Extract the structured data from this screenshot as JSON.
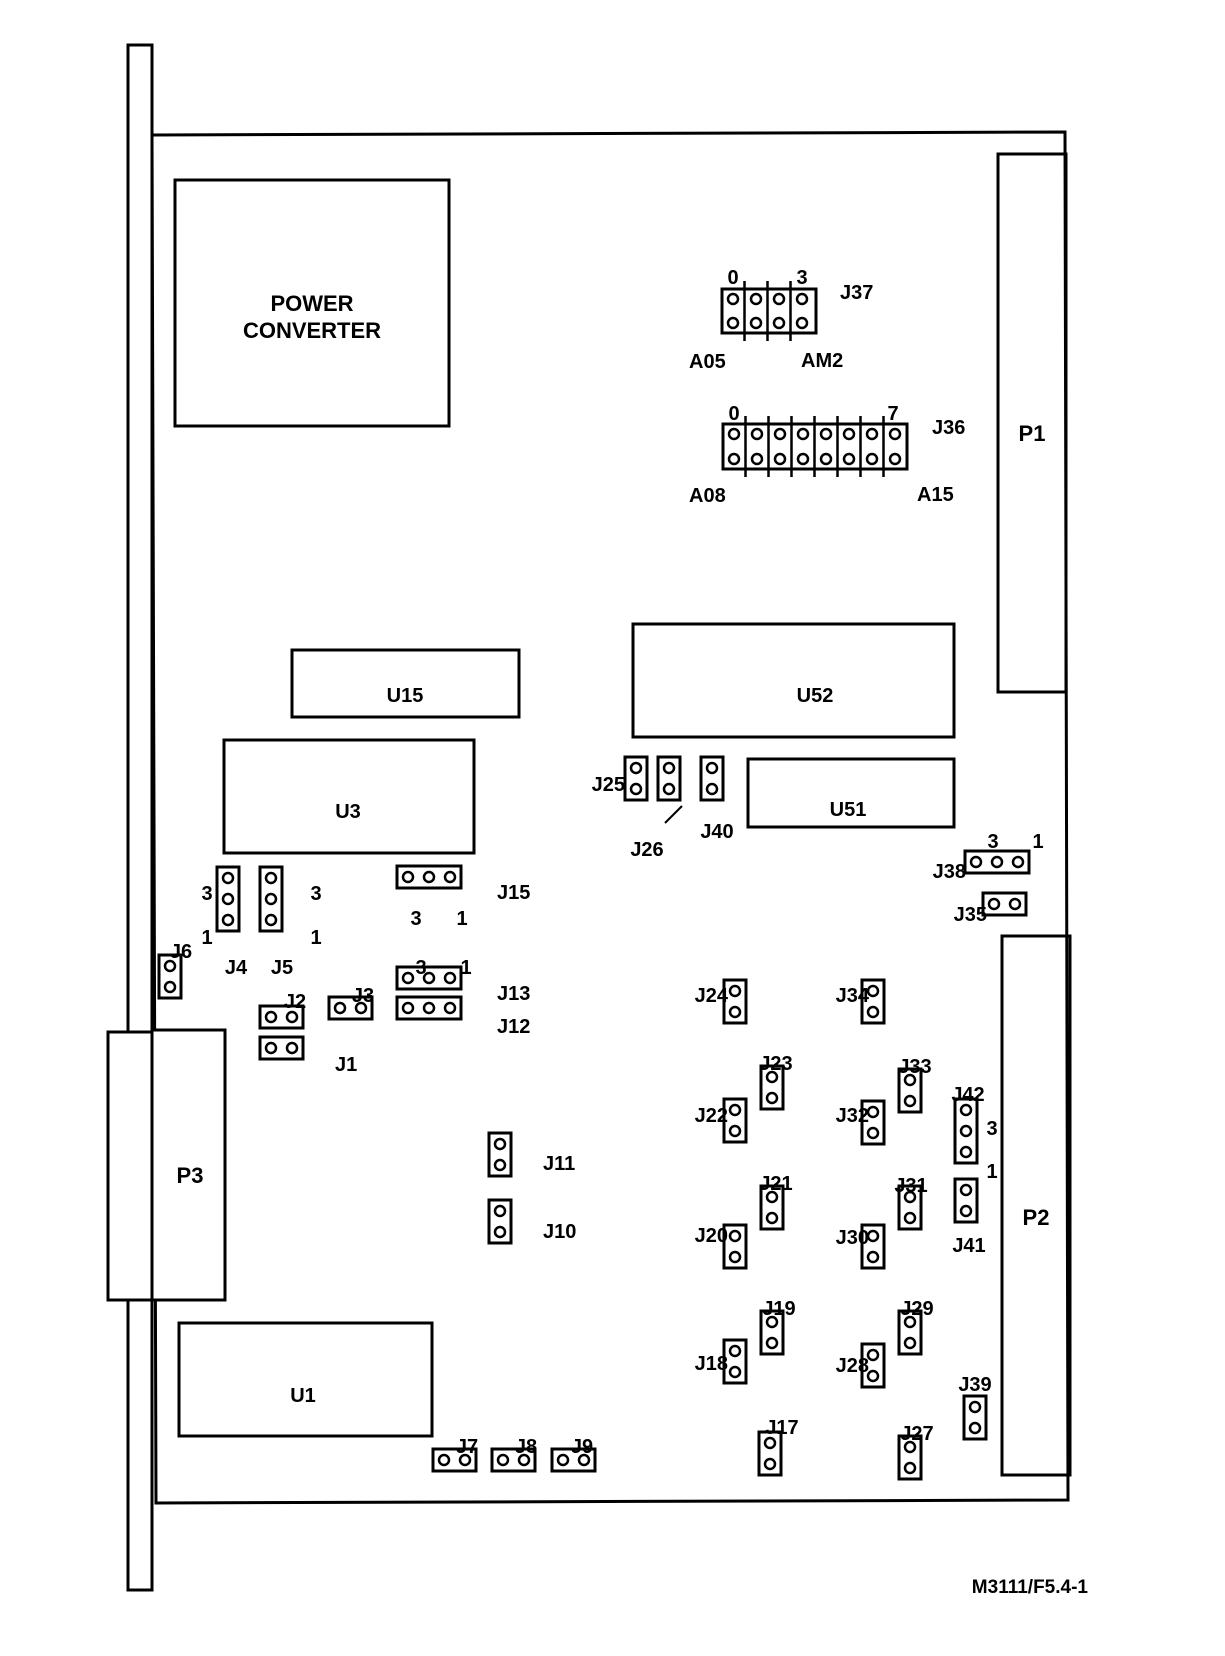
{
  "figure_id": "M3111/F5.4-1",
  "components": {
    "power_converter": [
      "POWER",
      "CONVERTER"
    ],
    "U15": "U15",
    "U52": "U52",
    "U3": "U3",
    "U51": "U51",
    "U1": "U1",
    "P1": "P1",
    "P2": "P2",
    "P3": "P3"
  },
  "j37": {
    "label": "J37",
    "pin_left": "0",
    "pin_right": "3",
    "left_caption": "A05",
    "right_caption": "AM2"
  },
  "j36": {
    "label": "J36",
    "pin_left": "0",
    "pin_right": "7",
    "left_caption": "A08",
    "right_caption": "A15"
  },
  "jumper_labels": {
    "J1": "J1",
    "J2": "J2",
    "J3": "J3",
    "J4": "J4",
    "J5": "J5",
    "J6": "J6",
    "J7": "J7",
    "J8": "J8",
    "J9": "J9",
    "J10": "J10",
    "J11": "J11",
    "J12": "J12",
    "J13": "J13",
    "J15": "J15",
    "J17": "J17",
    "J18": "J18",
    "J19": "J19",
    "J20": "J20",
    "J21": "J21",
    "J22": "J22",
    "J23": "J23",
    "J24": "J24",
    "J25": "J25",
    "J26": "J26",
    "J27": "J27",
    "J28": "J28",
    "J29": "J29",
    "J30": "J30",
    "J31": "J31",
    "J32": "J32",
    "J33": "J33",
    "J34": "J34",
    "J35": "J35",
    "J38": "J38",
    "J39": "J39",
    "J40": "J40",
    "J41": "J41",
    "J42": "J42"
  },
  "pin_numbers": {
    "one": "1",
    "three": "3"
  }
}
